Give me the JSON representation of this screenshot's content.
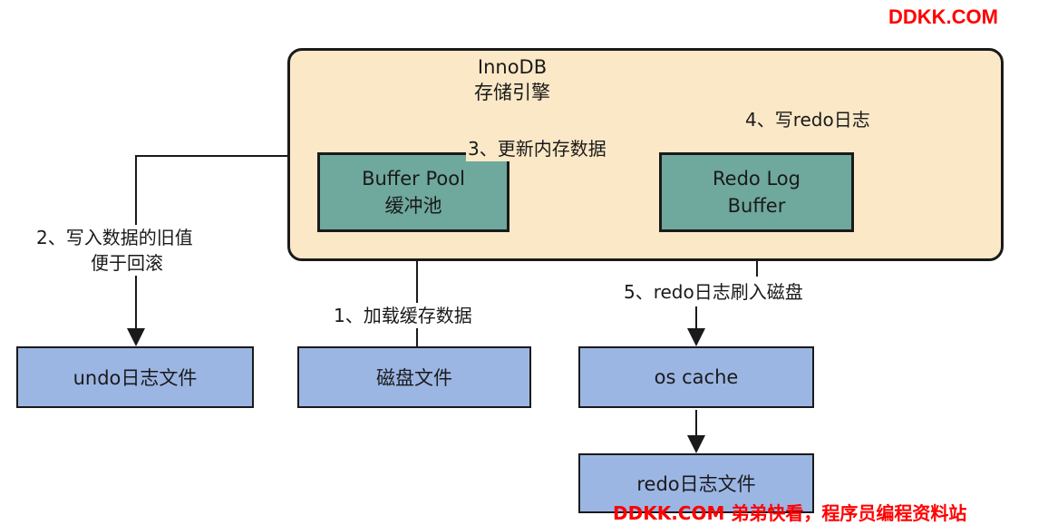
{
  "watermark_top": "DDKK.COM",
  "watermark_bottom": "DDKK.COM 弟弟快看，程序员编程资料站",
  "engine": {
    "title_line1": "InnoDB",
    "title_line2": "存储引擎"
  },
  "buffer_pool": {
    "line1": "Buffer Pool",
    "line2": "缓冲池"
  },
  "redo_log_buffer": {
    "line1": "Redo Log",
    "line2": "Buffer"
  },
  "boxes": {
    "undo_file": "undo日志文件",
    "disk_file": "磁盘文件",
    "os_cache": "os cache",
    "redo_file": "redo日志文件"
  },
  "steps": {
    "step1": "1、加载缓存数据",
    "step2_line1": "2、写入数据的旧值",
    "step2_line2": "便于回滚",
    "step3": "3、更新内存数据",
    "step4": "4、写redo日志",
    "step5": "5、redo日志刷入磁盘"
  }
}
